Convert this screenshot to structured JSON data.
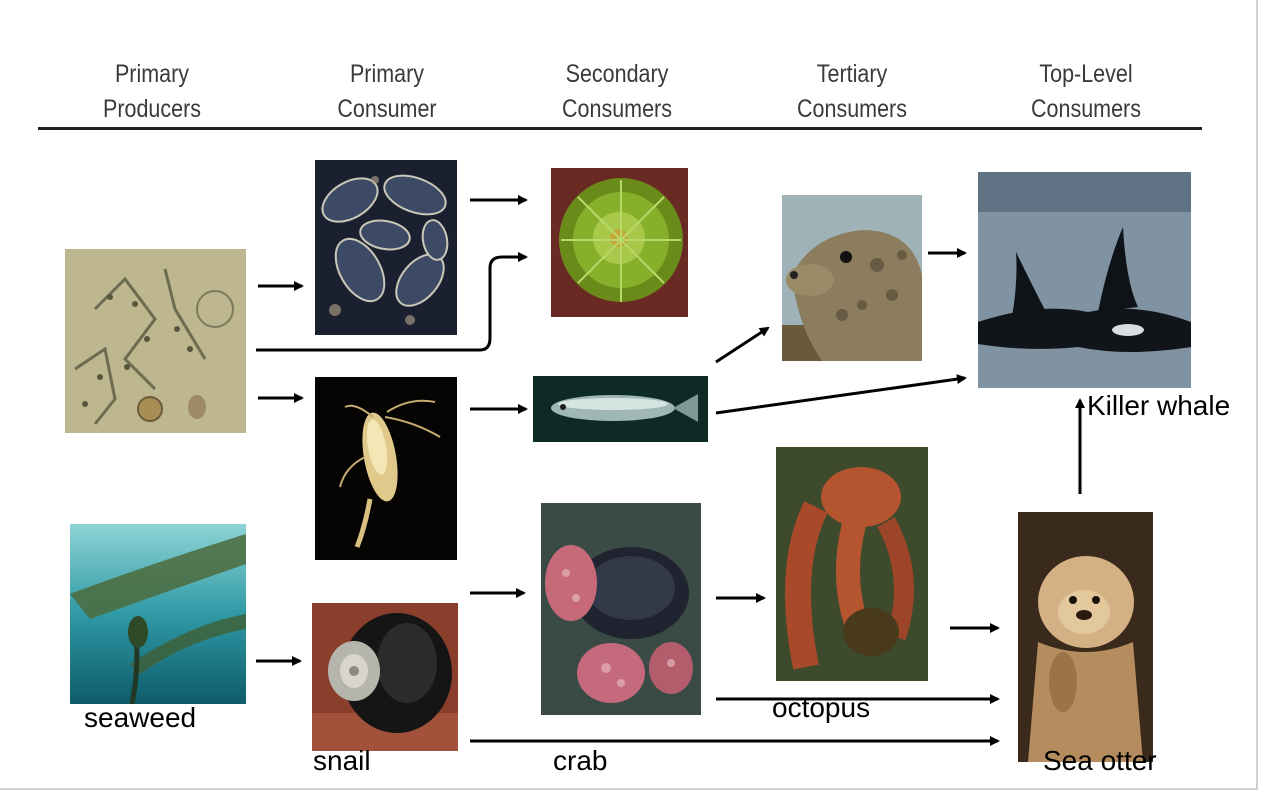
{
  "headers": [
    {
      "line1": "Primary",
      "line2": "Producers"
    },
    {
      "line1": "Primary",
      "line2": "Consumer"
    },
    {
      "line1": "Secondary",
      "line2": "Consumers"
    },
    {
      "line1": "Tertiary",
      "line2": "Consumers"
    },
    {
      "line1": "Top-Level",
      "line2": "Consumers"
    }
  ],
  "labels": {
    "seaweed": "seaweed",
    "snail": "snail",
    "crab": "crab",
    "octopus": "octopus",
    "sea_otter": "Sea otter",
    "killer_whale": "Killer whale"
  },
  "colors": {
    "arrow": "#000000",
    "header_text": "#3a3a3a",
    "rule": "#222222"
  }
}
